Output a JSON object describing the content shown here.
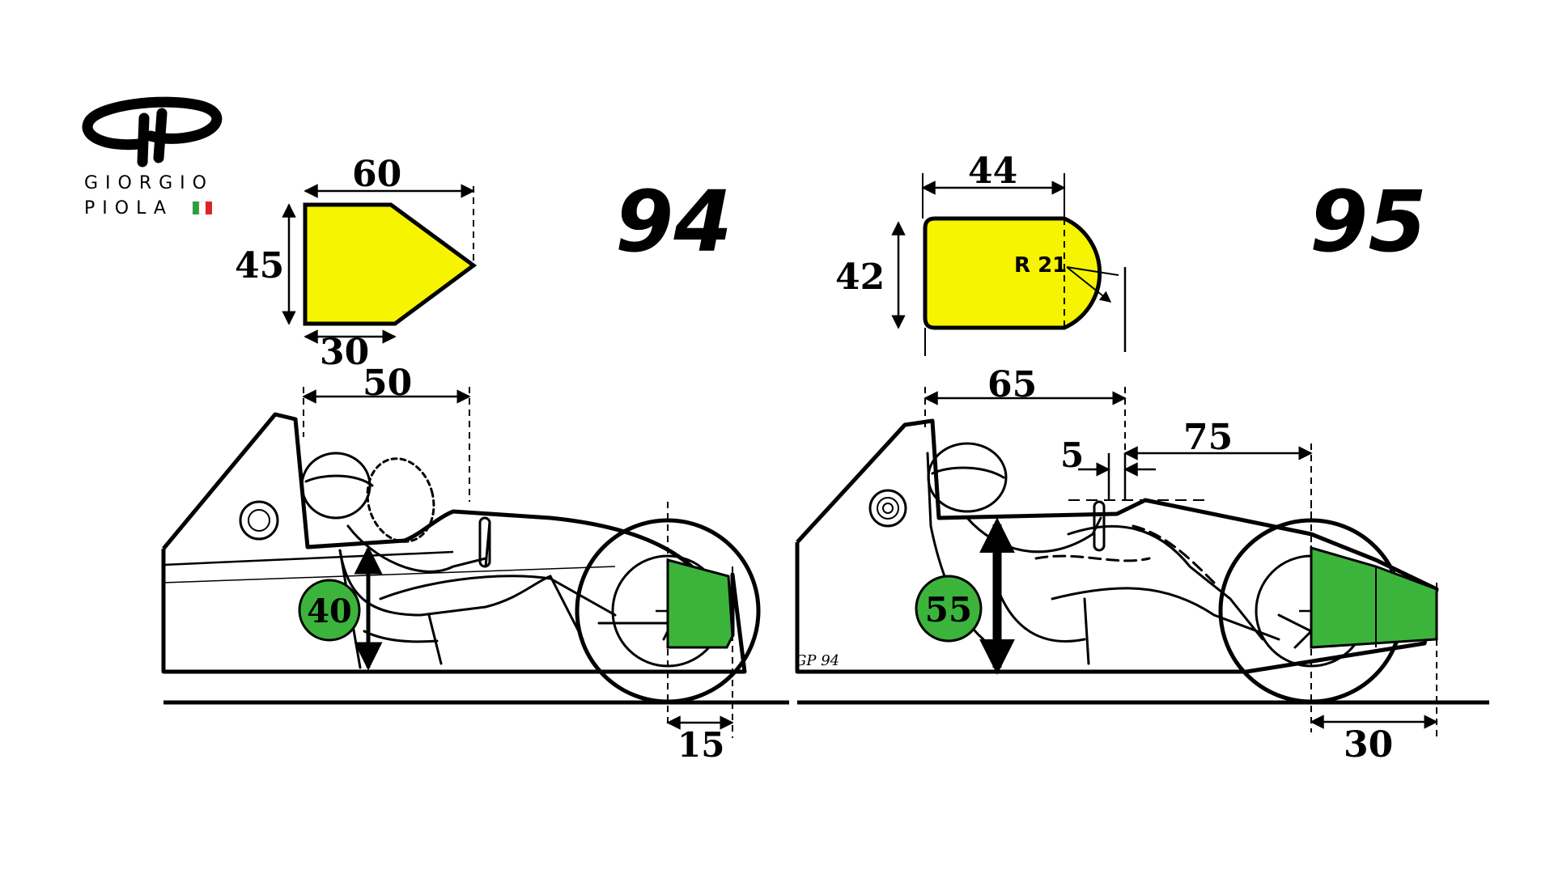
{
  "logo": {
    "line1": "GIORGIO",
    "line2": "PIOLA",
    "flag_colors": [
      "#2e9e3a",
      "#ffffff",
      "#d8262b"
    ]
  },
  "colors": {
    "section_fill": "#f6f400",
    "weight_fill": "#3cb43c",
    "ink": "#000000",
    "background": "#ffffff"
  },
  "left": {
    "year": "94",
    "section": {
      "width": "60",
      "height": "45",
      "base": "30"
    },
    "cockpit_opening": "50",
    "seat_height": "40",
    "rear_overhang": "15"
  },
  "right": {
    "year": "95",
    "section": {
      "width": "44",
      "height": "42",
      "radius": "R 21"
    },
    "cockpit_opening": "65",
    "gap": "5",
    "rear_length": "75",
    "seat_height": "55",
    "rear_overhang": "30"
  },
  "signature": "GP 94"
}
